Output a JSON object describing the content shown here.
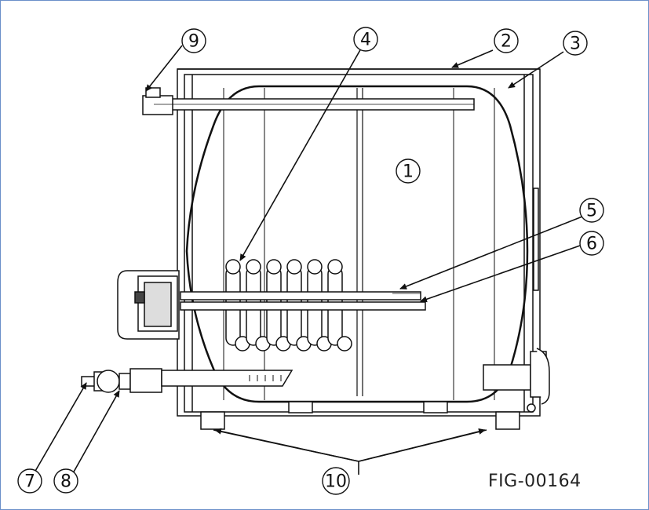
{
  "figure": {
    "id_label": "FIG-00164",
    "border_color": "#6b8fc9",
    "line_color": "#111111"
  },
  "callouts": {
    "c1": "1",
    "c2": "2",
    "c3": "3",
    "c4": "4",
    "c5": "5",
    "c6": "6",
    "c7": "7",
    "c8": "8",
    "c9": "9",
    "c10": "10"
  }
}
